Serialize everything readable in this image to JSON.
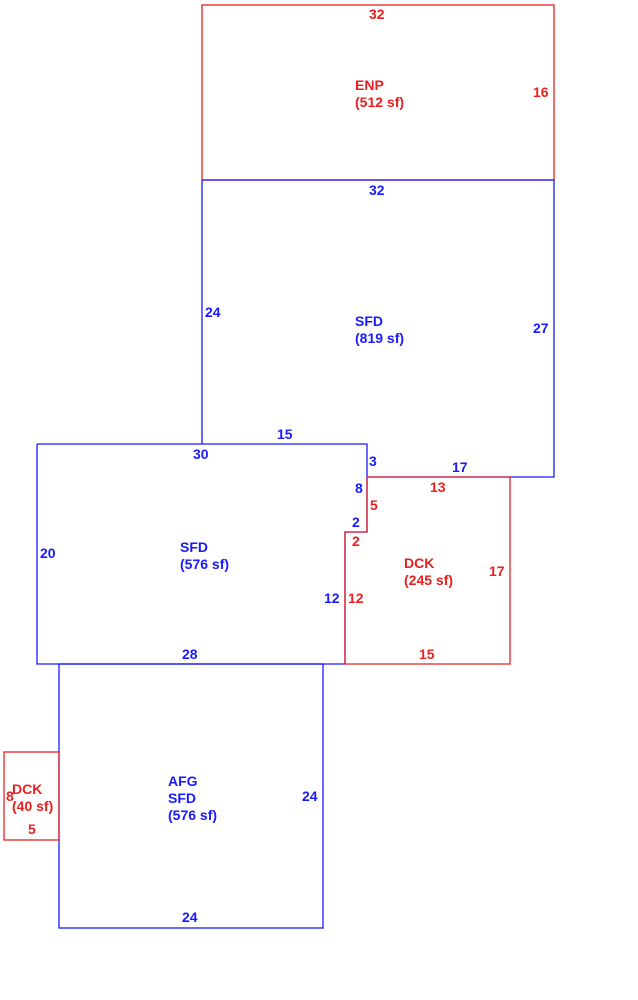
{
  "colors": {
    "living": "#1a1aff",
    "exterior": "#e82020",
    "background": "#ffffff"
  },
  "areas": {
    "enp": {
      "code": "ENP",
      "area": "(512 sf)"
    },
    "sfd_upper": {
      "code": "SFD",
      "area": "(819 sf)"
    },
    "sfd_middle": {
      "code": "SFD",
      "area": "(576 sf)"
    },
    "dck_right": {
      "code": "DCK",
      "area": "(245 sf)"
    },
    "afg_sfd": {
      "code": "AFG",
      "code2": "SFD",
      "area": "(576 sf)"
    },
    "dck_small": {
      "code": "DCK",
      "area": "(40 sf)"
    }
  },
  "dimensions": {
    "enp_top": "32",
    "enp_right": "16",
    "sfd_upper_top": "32",
    "sfd_upper_left": "24",
    "sfd_upper_right": "27",
    "sfd_upper_bottom_left": "15",
    "sfd_upper_bottom_right": "17",
    "sfd_mid_top": "30",
    "sfd_mid_step_3": "3",
    "sfd_mid_step_8": "8",
    "sfd_mid_step_2": "2",
    "sfd_mid_right": "12",
    "sfd_mid_left": "20",
    "sfd_mid_bottom": "28",
    "dck_top": "13",
    "dck_step_5": "5",
    "dck_step_2": "2",
    "dck_left": "12",
    "dck_right": "17",
    "dck_bottom": "15",
    "afg_right": "24",
    "afg_bottom": "24",
    "dck_small_left": "8",
    "dck_small_bottom": "5"
  }
}
